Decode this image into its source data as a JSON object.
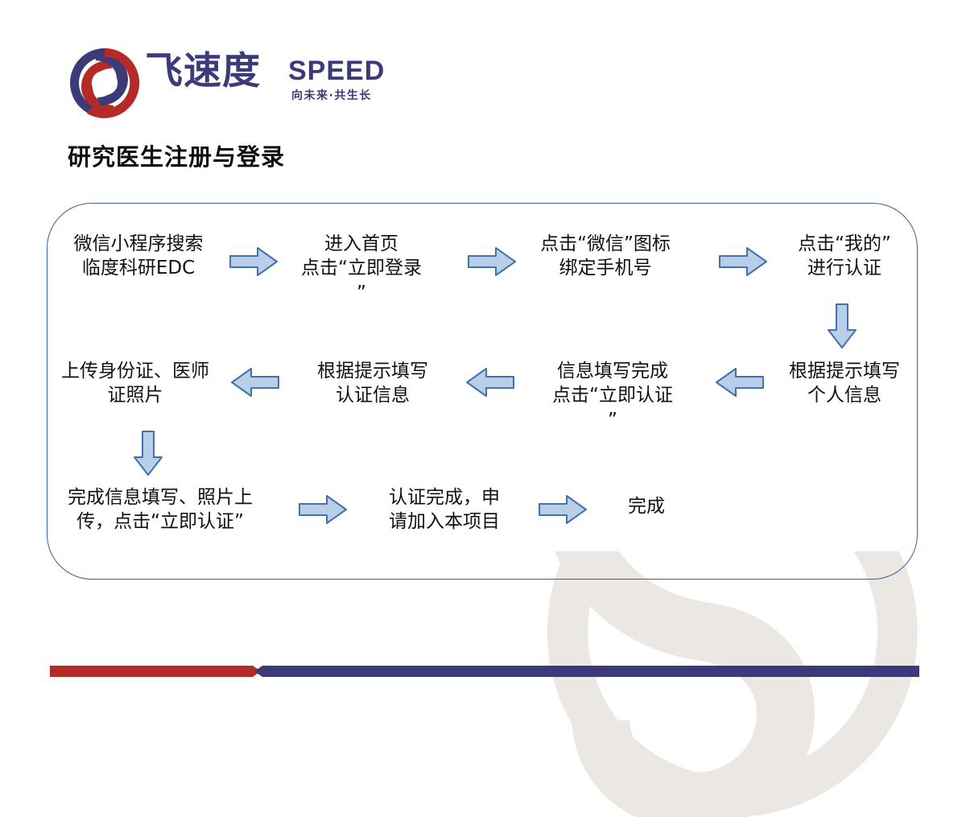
{
  "brand": {
    "name_cn": "飞速度",
    "name_en": "SPEED",
    "tagline": "向未来·共生长",
    "mark_icon": "spiral-s-logo-icon",
    "color_red": "#b32a26",
    "color_purple": "#3c3a78"
  },
  "title": "研究医生注册与登录",
  "flow": {
    "nodes": [
      {
        "id": "n1",
        "text": "微信小程序搜索\n临度科研EDC"
      },
      {
        "id": "n2",
        "text": "进入首页\n点击“立即登录\n”"
      },
      {
        "id": "n3",
        "text": "点击“微信”图标\n绑定手机号"
      },
      {
        "id": "n4",
        "text": "点击“我的”\n进行认证"
      },
      {
        "id": "n5",
        "text": "根据提示填写\n个人信息"
      },
      {
        "id": "n6",
        "text": "信息填写完成\n点击“立即认证\n”"
      },
      {
        "id": "n7",
        "text": "根据提示填写\n认证信息"
      },
      {
        "id": "n8",
        "text": "上传身份证、医师\n证照片"
      },
      {
        "id": "n9",
        "text": "完成信息填写、照片上\n传，点击“立即认证”"
      },
      {
        "id": "n10",
        "text": "认证完成，申\n请加入本项目"
      },
      {
        "id": "n11",
        "text": "完成"
      }
    ],
    "arrows": [
      {
        "id": "a1",
        "direction": "right",
        "icon": "arrow-right-icon"
      },
      {
        "id": "a2",
        "direction": "right",
        "icon": "arrow-right-icon"
      },
      {
        "id": "a3",
        "direction": "right",
        "icon": "arrow-right-icon"
      },
      {
        "id": "a4",
        "direction": "down",
        "icon": "arrow-down-icon"
      },
      {
        "id": "a5",
        "direction": "left",
        "icon": "arrow-left-icon"
      },
      {
        "id": "a6",
        "direction": "left",
        "icon": "arrow-left-icon"
      },
      {
        "id": "a7",
        "direction": "left",
        "icon": "arrow-left-icon"
      },
      {
        "id": "a8",
        "direction": "down",
        "icon": "arrow-down-icon"
      },
      {
        "id": "a9",
        "direction": "right",
        "icon": "arrow-right-icon"
      },
      {
        "id": "a10",
        "direction": "right",
        "icon": "arrow-right-icon"
      }
    ],
    "arrow_fill": "#b9cfe9",
    "arrow_stroke": "#4472a8",
    "panel_border": "#3a5f9e"
  },
  "footer": {
    "bar_red_color": "#b32a26",
    "bar_purple_color": "#3c3a78"
  },
  "watermark": {
    "icon": "spiral-s-watermark-icon",
    "color": "#ebe7e3"
  }
}
